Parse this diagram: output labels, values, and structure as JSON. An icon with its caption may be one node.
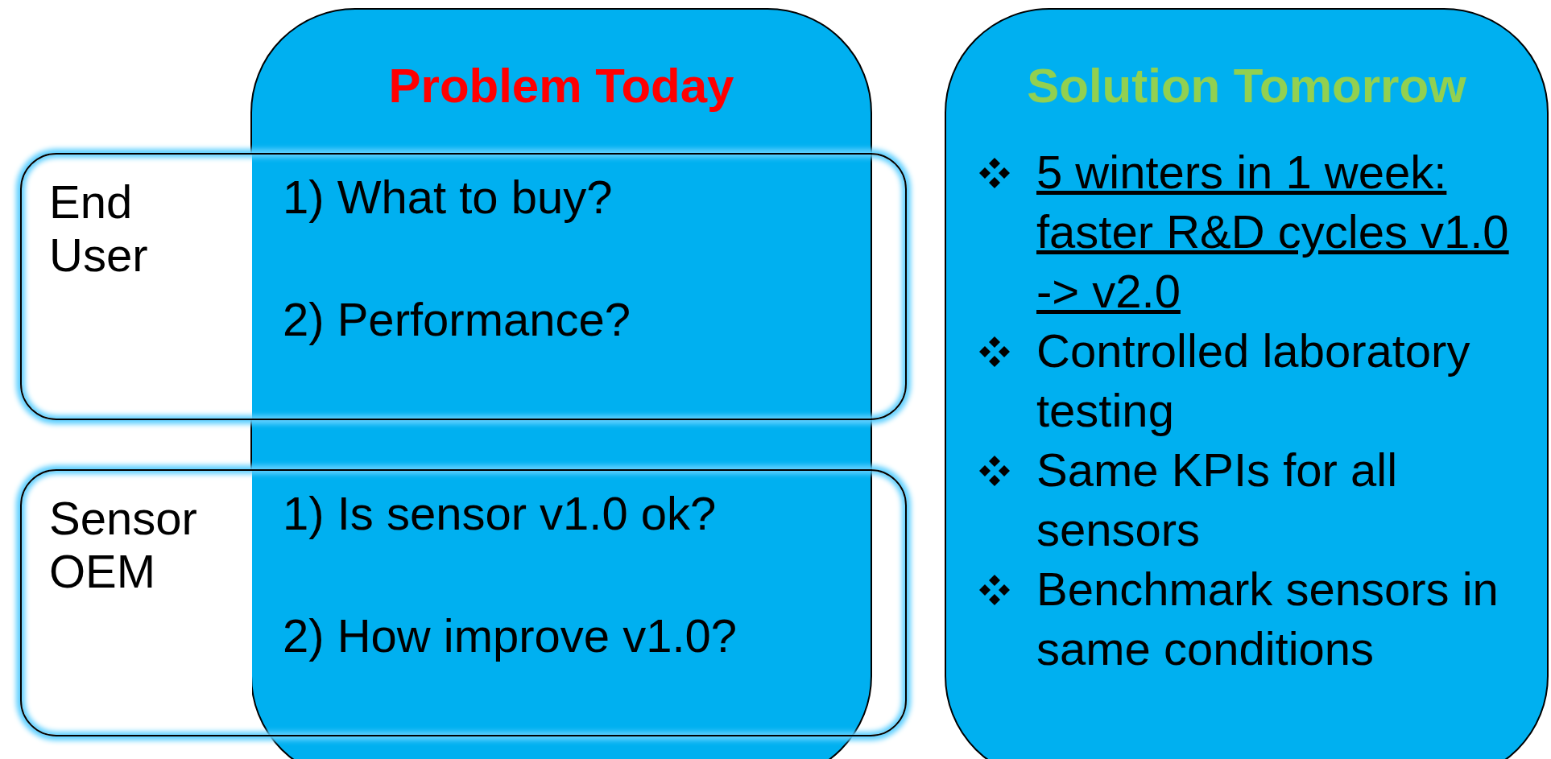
{
  "diagram": {
    "nodes": [
      {
        "text": [
          "Problem Today"
        ]
      },
      {
        "text": [
          "End User",
          "1) What to buy?",
          "2) Performance?"
        ]
      },
      {
        "text": [
          "Sensor OEM",
          "1) Is sensor v1.0 ok?",
          "2) How improve v1.0?"
        ]
      },
      {
        "text": [
          "Solution Tomorrow",
          "5 winters in 1 week: faster R&D cycles v1.0 -> v2.0",
          "Controlled laboratory testing",
          "Same KPIs for all sensors",
          "Benchmark sensors in same conditions"
        ]
      }
    ],
    "edges": []
  }
}
